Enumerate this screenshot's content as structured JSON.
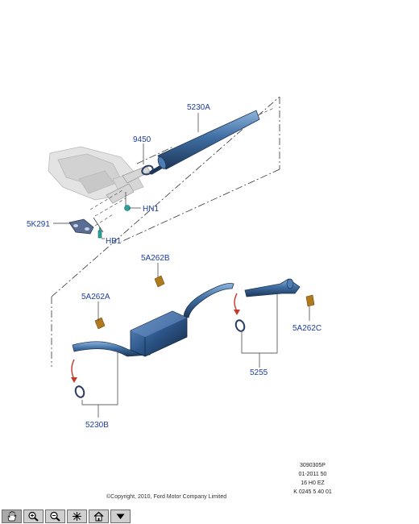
{
  "callouts": {
    "c5230A": "5230A",
    "c9450": "9450",
    "cHN1": "HN1",
    "c5K291": "5K291",
    "cHB1": "HB1",
    "c5A262B": "5A262B",
    "c5A262A": "5A262A",
    "c5A262C": "5A262C",
    "c5255": "5255",
    "c5230B": "5230B"
  },
  "codes": [
    "3090305P",
    "01-2011 50",
    "16 H0 EZ",
    "K 0245 5 40 01"
  ],
  "copyright": "©Copyright, 2010, Ford Motor Company Limited",
  "toolbar": {
    "buttons": [
      {
        "icon": "pan-hand-icon",
        "active": true
      },
      {
        "icon": "zoom-in-icon",
        "active": false
      },
      {
        "icon": "zoom-out-icon",
        "active": false
      },
      {
        "icon": "reset-view-icon",
        "active": false
      },
      {
        "icon": "home-icon",
        "active": false
      },
      {
        "icon": "dropdown-arrow-icon",
        "active": false
      }
    ]
  },
  "colors": {
    "callout_text": "#1c3f9e",
    "pipe": "#3f6fa3",
    "bracket": "#b07a1c",
    "arrow": "#c0392b"
  }
}
